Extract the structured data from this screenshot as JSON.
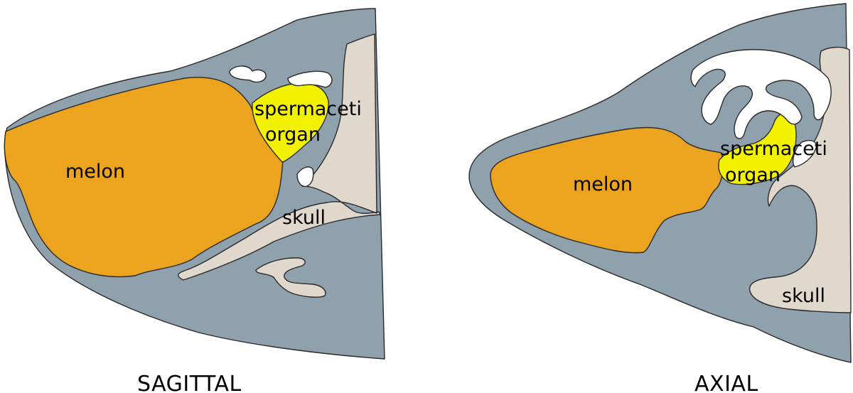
{
  "colors": {
    "tissue": "#8fa1ad",
    "melon": "#eca41e",
    "spermaceti": "#f2f200",
    "skull": "#e0d8cc",
    "cavity": "#ffffff",
    "outline": "#2a2a2a"
  },
  "sagittal": {
    "view_label": "SAGITTAL",
    "labels": {
      "melon": "melon",
      "spermaceti_line1": "spermaceti",
      "spermaceti_line2": "organ",
      "skull": "skull"
    }
  },
  "axial": {
    "view_label": "AXIAL",
    "labels": {
      "melon": "melon",
      "spermaceti_line1": "spermaceti",
      "spermaceti_line2": "organ",
      "skull": "skull"
    }
  }
}
